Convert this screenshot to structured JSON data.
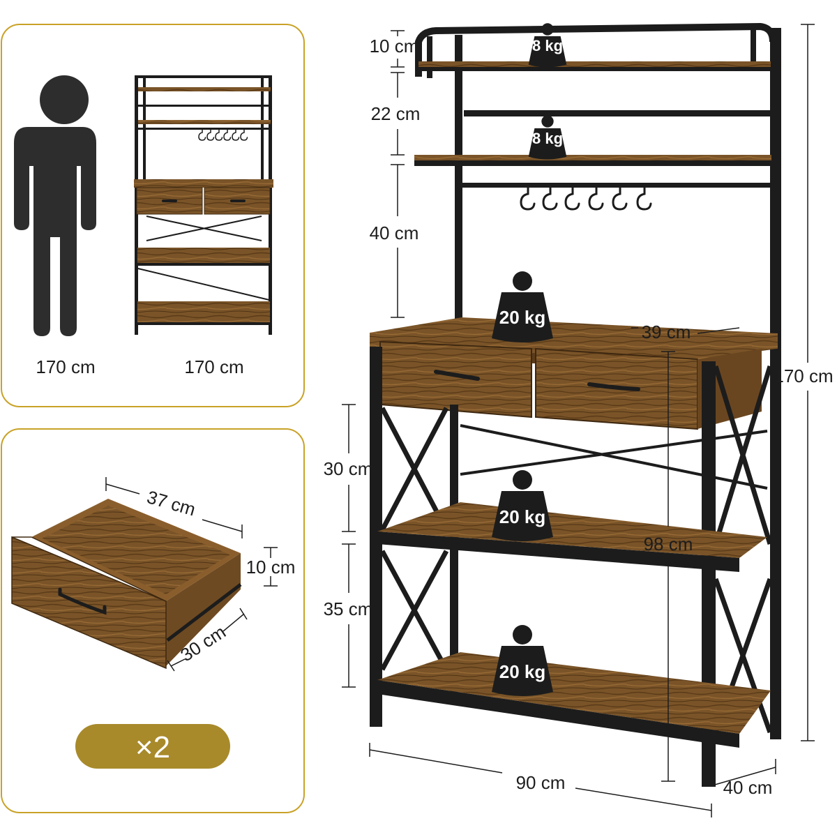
{
  "comparison": {
    "person_height_label": "170 cm",
    "rack_height_label": "170 cm"
  },
  "drawer": {
    "width_label": "37 cm",
    "height_label": "10 cm",
    "depth_label": "30 cm",
    "quantity_label": "×2"
  },
  "rack": {
    "top_gap_label": "10 cm",
    "second_gap_label": "22 cm",
    "hook_section_label": "40 cm",
    "lower_gap_1_label": "30 cm",
    "lower_gap_2_label": "35 cm",
    "total_height_label": "170 cm",
    "counter_depth_label": "39 cm",
    "counter_height_label": "98 cm",
    "width_label": "90 cm",
    "depth_label": "40 cm"
  },
  "weights": {
    "top_shelf": "8 kg",
    "second_shelf": "8 kg",
    "counter": "20 kg",
    "middle_shelf": "20 kg",
    "bottom_shelf": "20 kg"
  },
  "colors": {
    "panel_border": "#c9a227",
    "pill": "#a88a2b",
    "wood": "#7a5428",
    "metal": "#1c1c1c",
    "person": "#2d2d2d"
  }
}
